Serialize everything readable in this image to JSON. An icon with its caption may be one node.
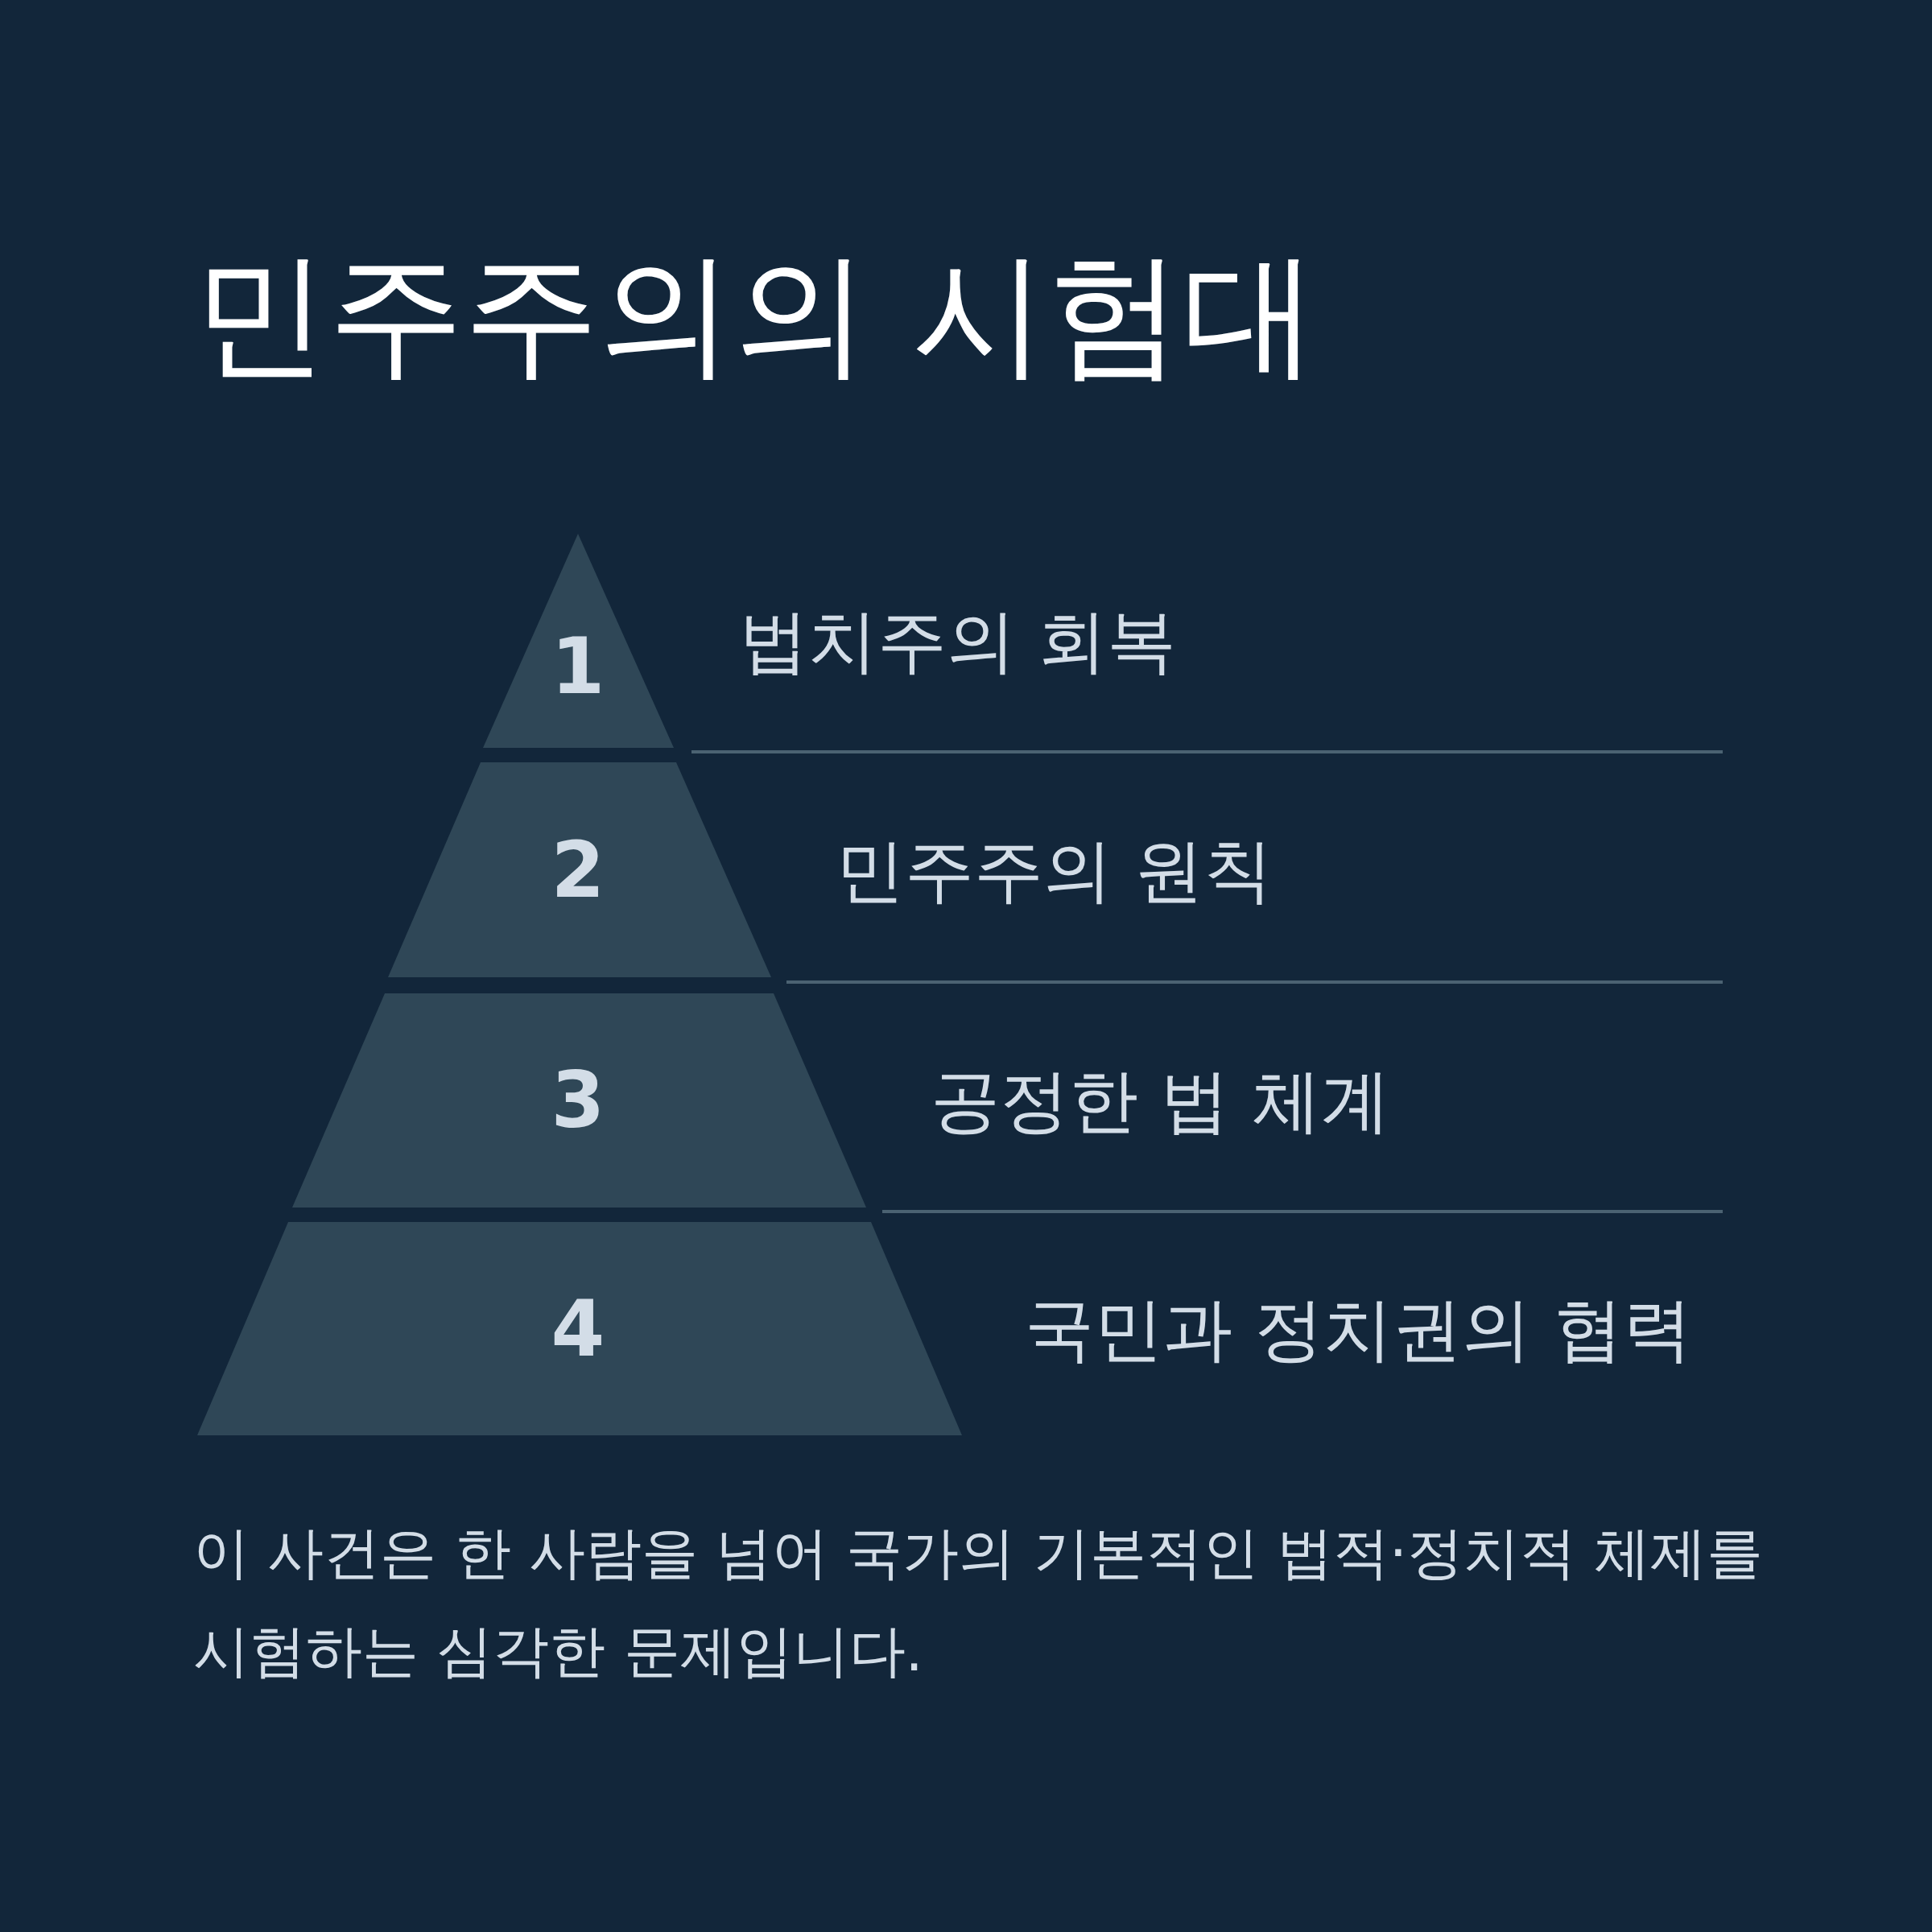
{
  "diagram": {
    "title": "민주주의의 시험대",
    "nodes": [
      {
        "text": [
          "1"
        ],
        "beside": [
          "법치주의 회복"
        ]
      },
      {
        "text": [
          "2"
        ],
        "beside": [
          "민주주의 원칙"
        ]
      },
      {
        "text": [
          "3"
        ],
        "beside": [
          "공정한 법 체계"
        ]
      },
      {
        "text": [
          "4"
        ],
        "beside": [
          "국민과 정치권의 협력"
        ]
      }
    ],
    "caption": "이 사건은 한 사람을 넘어 국가의 기본적인 법적·정치적 체제를 시험하는 심각한 문제입니다."
  }
}
